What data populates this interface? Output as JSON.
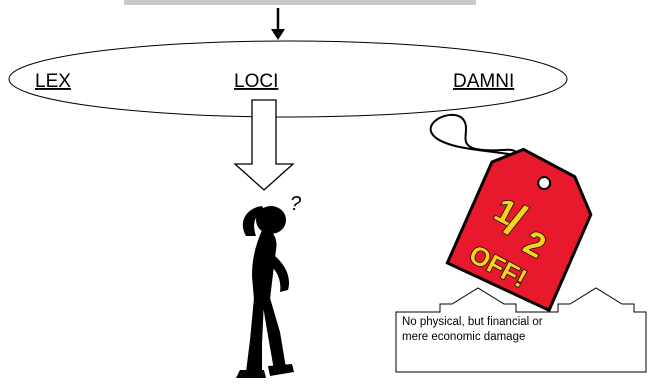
{
  "ellipse": {
    "words": [
      "LEX",
      "LOCI",
      "DAMNI"
    ]
  },
  "tag": {
    "fraction_top": "1",
    "fraction_bottom": "2",
    "text": "OFF!"
  },
  "question_mark": "?",
  "note": {
    "line1": "No physical, but financial or",
    "line2": "mere economic damage"
  },
  "colors": {
    "top_bar": "#c8c8c8",
    "tag_fill": "#e8192c",
    "tag_text": "#f5d21f",
    "outline": "#000000"
  }
}
